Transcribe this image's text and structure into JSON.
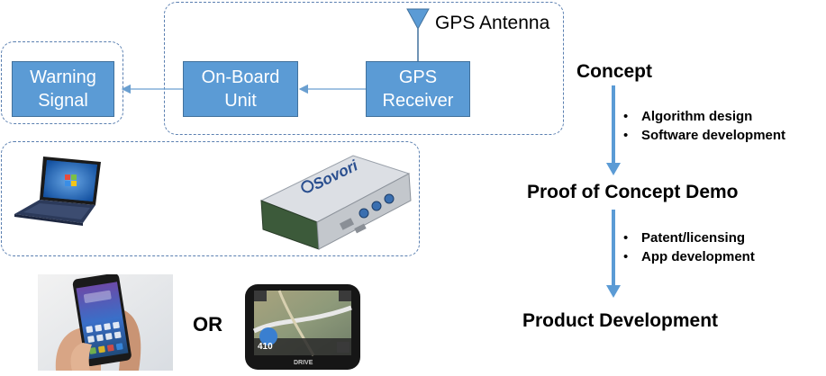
{
  "diagram": {
    "antenna_label": "GPS Antenna",
    "gps_receiver": "GPS\nReceiver",
    "on_board_unit": "On-Board\nUnit",
    "warning_signal": "Warning\nSignal",
    "or_label": "OR",
    "device_brand": "Sovori",
    "gps_nav_brand": "DRIVE",
    "gps_nav_reading": "410"
  },
  "roadmap": {
    "stage1": "Concept",
    "stage1_bullets": [
      "Algorithm design",
      "Software development"
    ],
    "stage2": "Proof of Concept Demo",
    "stage2_bullets": [
      "Patent/licensing",
      "App development"
    ],
    "stage3": "Product Development"
  },
  "colors": {
    "box_fill": "#5b9bd5",
    "box_border": "#41719c",
    "dashed_border": "#5a7fb0",
    "arrow": "#5b9bd5"
  }
}
